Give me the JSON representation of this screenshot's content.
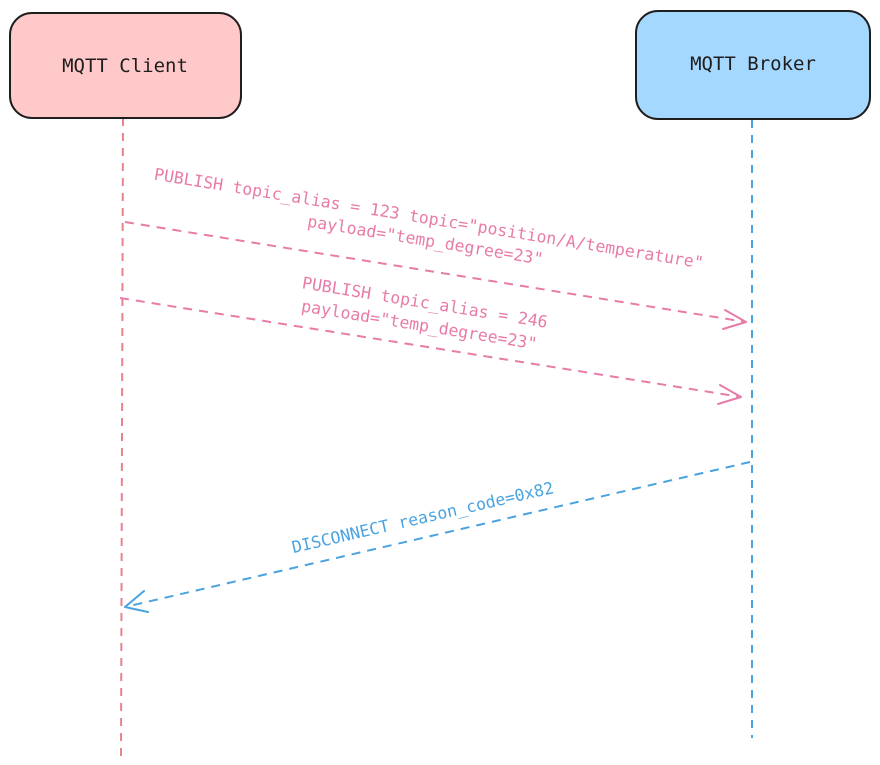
{
  "diagram": {
    "type": "sequence",
    "actors": [
      {
        "id": "client",
        "label": "MQTT Client",
        "fill": "#ffc9c9",
        "lifeline_color": "#e8838c"
      },
      {
        "id": "broker",
        "label": "MQTT Broker",
        "fill": "#a5d8ff",
        "lifeline_color": "#4aa3df"
      }
    ],
    "messages": [
      {
        "from": "client",
        "to": "broker",
        "color": "#e87ba8",
        "lines": [
          "PUBLISH topic_alias = 123 topic=\"position/A/temperature\"",
          "payload=\"temp_degree=23\""
        ]
      },
      {
        "from": "client",
        "to": "broker",
        "color": "#e87ba8",
        "lines": [
          "PUBLISH topic_alias = 246",
          "payload=\"temp_degree=23\""
        ]
      },
      {
        "from": "broker",
        "to": "client",
        "color": "#4aa3df",
        "lines": [
          "DISCONNECT reason_code=0x82"
        ]
      }
    ]
  }
}
